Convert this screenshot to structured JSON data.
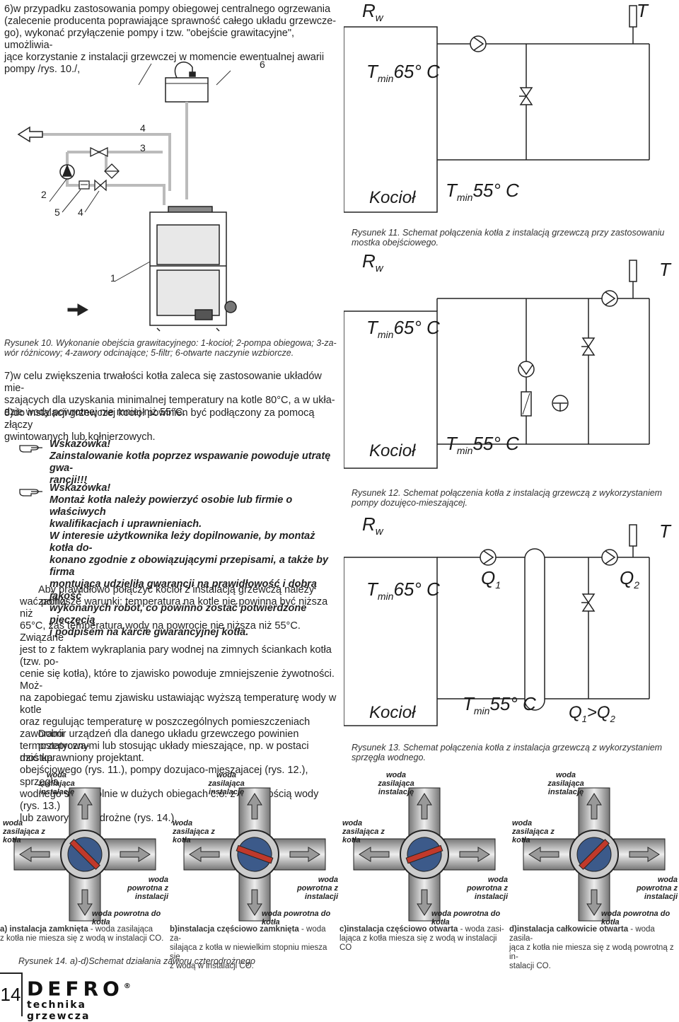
{
  "intro": {
    "p6_lines": [
      "6)w przypadku zastosowania pompy obiegowej centralnego ogrzewania",
      "(zalecenie producenta poprawiające sprawność całego układu grzewcze-",
      "go), wykonać przyłączenie pompy i tzw. \"obejście grawitacyjne\", umożliwia-",
      "jące korzystanie z instalacji grzewczej w momencie ewentualnej awarii",
      "pompy /rys. 10./,"
    ]
  },
  "fig10": {
    "labels": {
      "n6": "6",
      "n4a": "4",
      "n3": "3",
      "n2": "2",
      "n5": "5",
      "n4b": "4",
      "n1": "1"
    },
    "caption_lines": [
      "Rysunek 10. Wykonanie obejścia grawitacyjnego: 1-kocioł; 2-pompa obiegowa; 3-za-",
      "wór różnicowy; 4-zawory odcinające; 5-filtr; 6-otwarte naczynie wzbiorcze."
    ]
  },
  "fig11": {
    "rw": "R",
    "rw_sub": "w",
    "t": "T",
    "tmin65": "T",
    "tmin65_sub": "min",
    "tmin65_val": "65° C",
    "kociol": "Kocioł",
    "tmin55": "T",
    "tmin55_sub": "min",
    "tmin55_val": "55° C",
    "caption_lines": [
      "Rysunek 11. Schemat połączenia kotła z instalacją grzewczą przy zastosowaniu",
      "mostka obejściowego."
    ]
  },
  "fig12": {
    "rw": "R",
    "rw_sub": "w",
    "t": "T",
    "tmin65": "T",
    "tmin65_sub": "min",
    "tmin65_val": "65° C",
    "kociol": "Kocioł",
    "tmin55": "T",
    "tmin55_sub": "min",
    "tmin55_val": "55° C",
    "caption_lines": [
      "Rysunek 12. Schemat połączenia kotła z instalacją grzewczą z wykorzystaniem",
      "pompy dozujęco-mieszającej."
    ]
  },
  "fig13": {
    "rw": "R",
    "rw_sub": "w",
    "t": "T",
    "q1": "Q",
    "q1_sub": "1",
    "q2": "Q",
    "q2_sub": "2",
    "tmin65": "T",
    "tmin65_sub": "min",
    "tmin65_val": "65° C",
    "kociol": "Kocioł",
    "tmin55": "T",
    "tmin55_sub": "min",
    "tmin55_val": "55° C",
    "qcmp_a": "Q",
    "qcmp_a_sub": "1",
    "qcmp_gt": ">",
    "qcmp_b": "Q",
    "qcmp_b_sub": "2",
    "caption_lines": [
      "Rysunek 13. Schemat połączenia kotła z instalacja grzewczą  z wykorzystaniem",
      "sprzęgła wodnego."
    ]
  },
  "body": {
    "p7_lines": [
      "7)w celu zwiększenia trwałości kotła zaleca się zastosowanie układów mie-",
      "szających dla uzyskania minimalnej temperatury na kotle 80°C, a w ukła-",
      "dzie wody powrotnej nie mniej niż 55°C."
    ],
    "p8_lines": [
      "8)do instalacji grzewczej kocioł powinien być podłączony za pomocą złączy",
      "gwintowanych lub kołnierzowych."
    ],
    "hint1_title": "Wskazówka!",
    "hint1_lines": [
      "Zainstalowanie kotła poprzez wspawanie powoduje utratę gwa-",
      "rancji!!!"
    ],
    "hint2_title": "Wskazówka!",
    "hint2_lines": [
      "Montaż kotła należy powierzyć osobie lub firmie o właściwych",
      "kwalifikacjach i uprawnieniach.",
      "W interesie użytkownika leży dopilnowanie, by montaż kotła do-",
      "konano zgodnie z obowiązującymi przepisami, a także by firma",
      "montująca udzieliła gwarancji na prawidłowość i dobrą jakość",
      "wykonanych robót, co powinno zostać potwierdzone pieczęcią",
      "i podpisem na karcie gwarancyjnej kotła."
    ],
    "para_lines": [
      "Aby prawidłowo połączyć kocioł z instalacją grzewczą należy zacho-",
      "wać poniższe warunki: temperatura na kotle nie powinna być niższa niż",
      "65°C, zaś temperatura wody na powrocie nie niższa niż 55°C. Związane",
      "jest to z faktem wykraplania pary wodnej na zimnych ściankach kotła (tzw. po-",
      "cenie się kotła), które to zjawisko powoduje zmniejszenie żywotności. Moż-",
      "na zapobiegać temu zjawisku ustawiając wyższą temperaturę wody w kotle",
      "oraz regulując temperaturę w poszczególnych pomieszczeniach zaworami",
      "termostatycznymi lub stosując układy mieszające, np. w postaci mostka",
      "obejściowego (rys. 11.), pompy dozujaco-mieszajacej (rys. 12.), sprzęgła",
      "wodnego szczególnie w dużych obiegach c.o. z dużą ilością wody (rys. 13.)",
      "lub zawory czterodrożne (rys. 14.)."
    ],
    "para2_lines": [
      "Dobór urządzeń dla danego układu grzewczego powinien przeprowa-",
      "dzić uprawniony projektant."
    ]
  },
  "fig14": {
    "panels": [
      {
        "top": "woda zasilająca instalację",
        "left": "woda zasilająca z kotła",
        "right": "woda powrotna z instalacji",
        "bottom": "woda powrotna  do kotła",
        "cap_bold": "a) instalacja zamknięta",
        "cap_rest_lines": [
          "- woda zasilająca",
          "z kotła nie miesza się z wodą w instalacji CO."
        ]
      },
      {
        "top": "woda zasilająca instalację",
        "left": "woda zasilająca z kotła",
        "right": "woda powrotna z instalacji",
        "bottom": "woda powrotna  do kotła",
        "cap_bold": "b)instalacja częściowo zamknięta",
        "cap_rest_lines": [
          "- woda za-",
          "silająca z kotła w niewielkim stopniu miesza się",
          "z wodą w instalacji CO."
        ]
      },
      {
        "top": "woda zasilająca instalację",
        "left": "woda zasilająca z kotła",
        "right": "woda powrotna z instalacji",
        "bottom": "woda powrotna  do kotła",
        "cap_bold": "c)instalacja częściowo otwarta",
        "cap_rest_lines": [
          "- woda zasi-",
          "lająca z kotła miesza się z wodą w instalacji CO"
        ]
      },
      {
        "top": "woda zasilająca instalację",
        "left": "woda zasilająca z kotła",
        "right": "woda powrotna z instalacji",
        "bottom": "woda powrotna  do kotła",
        "cap_bold": "d)instalacja całkowicie otwarta",
        "cap_rest_lines": [
          "- woda zasila-",
          "jąca z kotła nie miesza się z wodą powrotną z in-",
          "stalacji CO."
        ]
      }
    ],
    "caption": "Rysunek 14. a)-d)Schemat działania zaworu czterodrożnego"
  },
  "footer": {
    "page_number": "14",
    "logo_text": "DEFRO",
    "logo_reg": "®",
    "logo_sub": "technika grzewcza"
  }
}
